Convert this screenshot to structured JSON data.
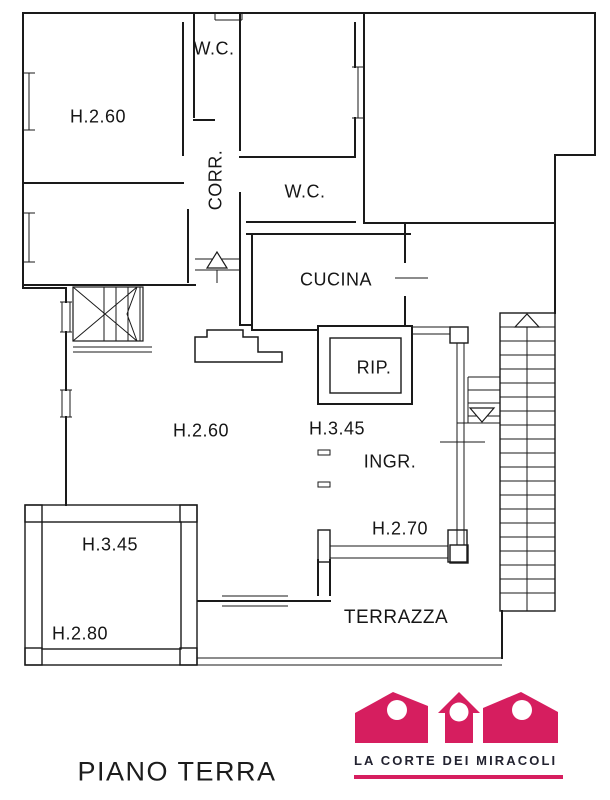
{
  "plan": {
    "title": "PIANO TERRA",
    "labels": [
      {
        "id": "bedroom-1-height",
        "text": "H.2.60"
      },
      {
        "id": "wc-1",
        "text": "W.C."
      },
      {
        "id": "corridor",
        "text": "CORR."
      },
      {
        "id": "wc-2",
        "text": "W.C."
      },
      {
        "id": "kitchen",
        "text": "CUCINA"
      },
      {
        "id": "storage",
        "text": "RIP."
      },
      {
        "id": "living-height",
        "text": "H.2.60"
      },
      {
        "id": "hall-height",
        "text": "H.3.45"
      },
      {
        "id": "entrance",
        "text": "INGR."
      },
      {
        "id": "terrace-wall-height",
        "text": "H.2.70"
      },
      {
        "id": "room-bl-height-1",
        "text": "H.3.45"
      },
      {
        "id": "room-bl-height-2",
        "text": "H.2.80"
      },
      {
        "id": "terrace",
        "text": "TERRAZZA"
      }
    ]
  },
  "logo": {
    "wordmark": "LA CORTE DEI MIRACOLI",
    "brand_color": "#D61E5F",
    "text_color": "#222230"
  },
  "colors": {
    "wall": "#1a1a1a",
    "background": "#ffffff"
  }
}
